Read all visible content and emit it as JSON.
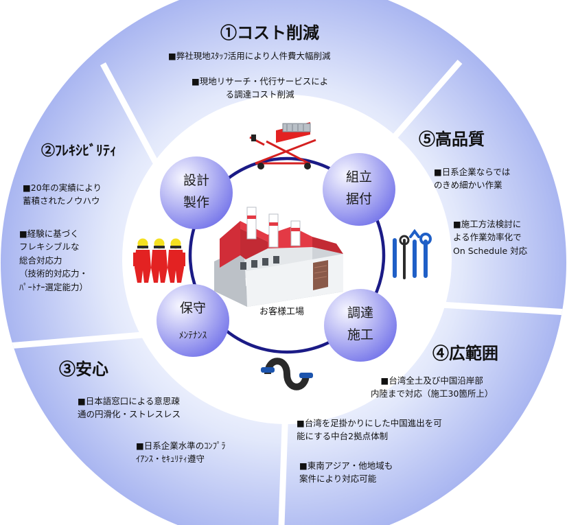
{
  "sections": {
    "cost": {
      "title": "①コスト削減",
      "items": [
        "■弊社現地ｽﾀｯﾌ活用により人件費大幅削減",
        "■現地リサーチ・代行サービスによ\nる調達コスト削減"
      ]
    },
    "flexibility": {
      "title": "②ﾌﾚｷｼﾋﾞﾘﾃｨ",
      "items": [
        "■20年の実績により\n蓄積されたノウハウ",
        "■経験に基づく\nフレキシブルな\n総合対応力\n（技術的対応力・\nﾊﾟｰﾄﾅｰ選定能力）"
      ]
    },
    "safety": {
      "title": "③安心",
      "items": [
        "■日本語窓口による意思疎\n通の円滑化・ストレスレス",
        "■日系企業水準のｺﾝﾌﾟﾗ\nｲｱﾝｽ・ｾｷｭﾘﾃｨ遵守"
      ]
    },
    "range": {
      "title": "④広範囲",
      "items": [
        "■台湾全土及び中国沿岸部\n内陸まで対応（施工30箇所上）",
        "■台湾を足掛かりにした中国進出を可\n能にする中台2拠点体制",
        "■東南アジア・他地域も\n案件により対応可能"
      ]
    },
    "quality": {
      "title": "⑤高品質",
      "items": [
        "■日系企業ならでは\nのきめ細かい作業",
        "■施工方法検討に\nよる作業効率化で\nOn Schedule 対応"
      ]
    }
  },
  "nodes": {
    "design": "設計\n製作",
    "assembly": "組立\n据付",
    "maintenance_top": "保守",
    "maintenance_sub": "ﾒﾝﾃﾅﾝｽ",
    "procurement": "調達\n施工"
  },
  "center_label": "お客様工場",
  "icons": [
    "lift-table-icon",
    "workers-icon",
    "tools-icon",
    "pipe-icon",
    "factory-icon"
  ],
  "colors": {
    "node_blue": "#6a6ae8",
    "ring_navy": "#1b1b86",
    "factory_red": "#e33a45",
    "worker_red": "#e32222",
    "helmet_yellow": "#f4e020",
    "pipe_blue": "#1c54ad"
  }
}
